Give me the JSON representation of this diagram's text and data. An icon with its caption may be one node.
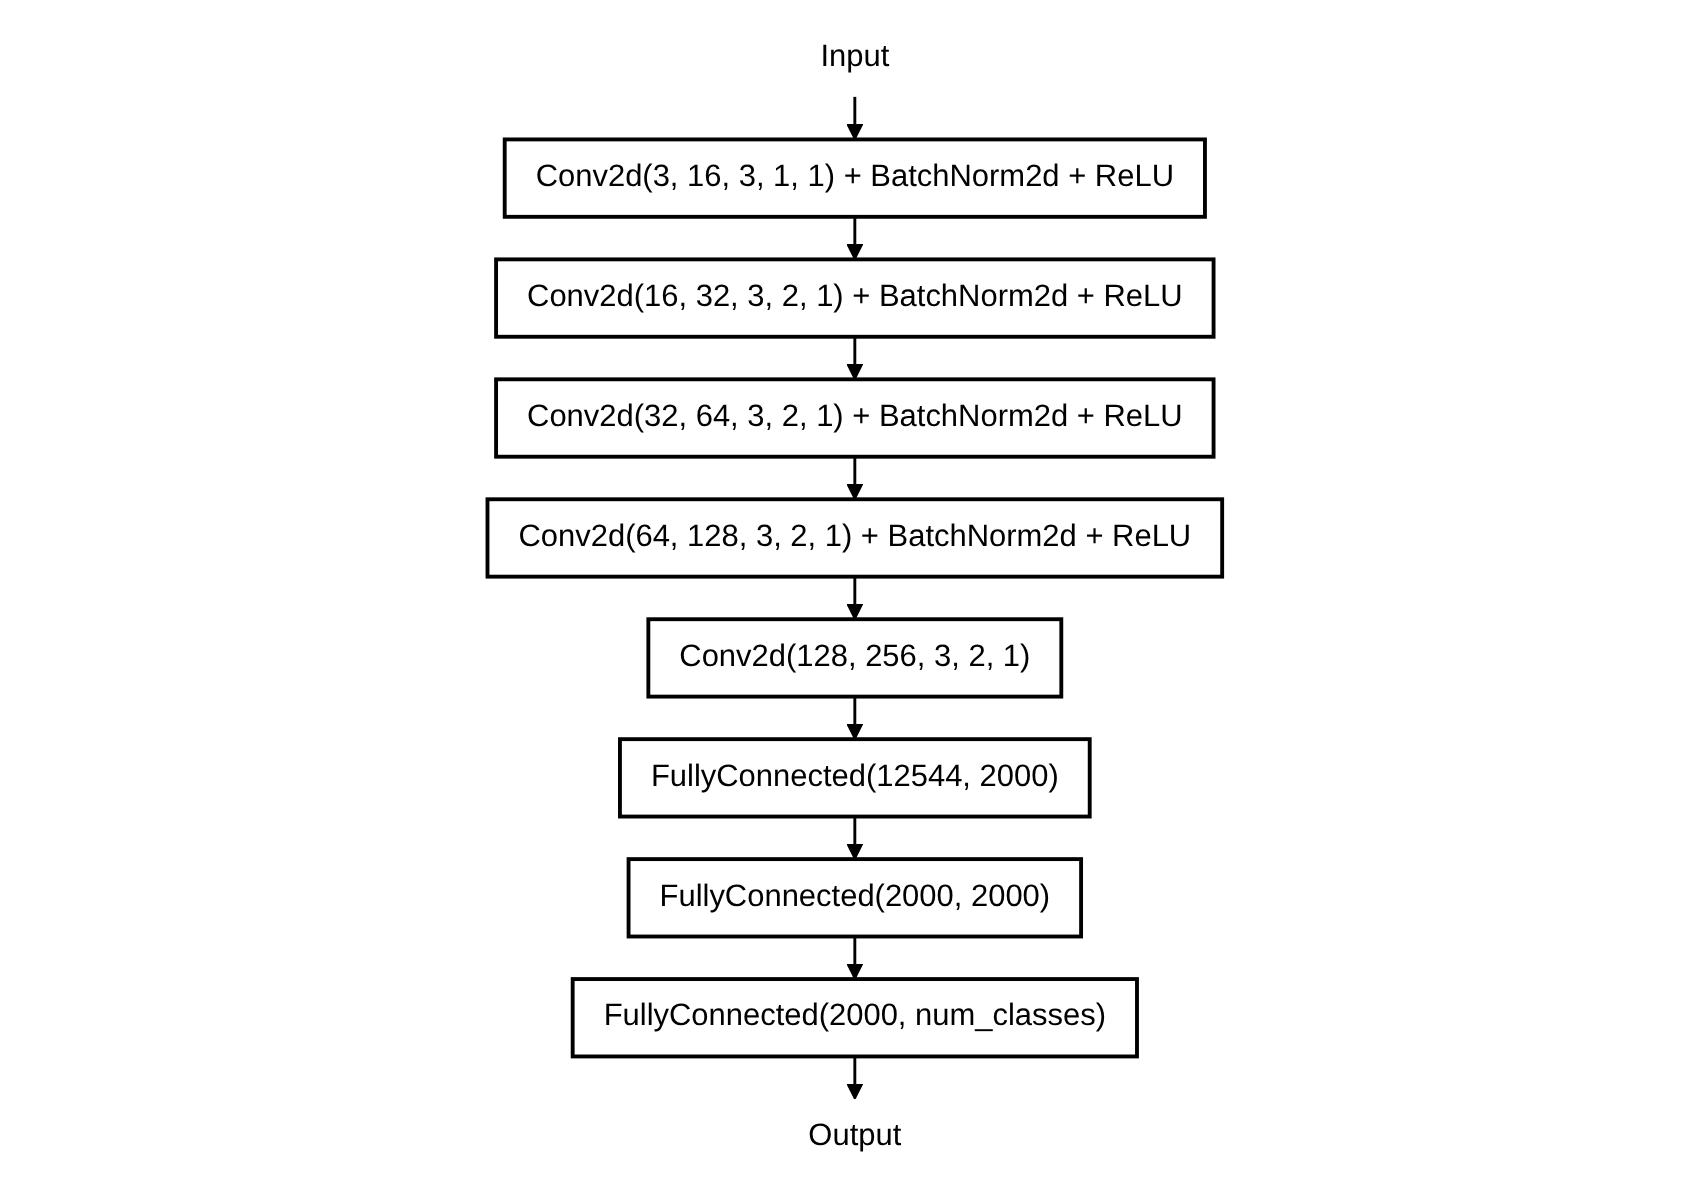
{
  "diagram": {
    "nodes": [
      {
        "text": [
          "Input"
        ]
      },
      {
        "text": [
          "Conv2d(3, 16, 3, 1, 1) + BatchNorm2d + ReLU"
        ]
      },
      {
        "text": [
          "Conv2d(16, 32, 3, 2, 1) + BatchNorm2d + ReLU"
        ]
      },
      {
        "text": [
          "Conv2d(32, 64, 3, 2, 1) + BatchNorm2d + ReLU"
        ]
      },
      {
        "text": [
          "Conv2d(64, 128, 3, 2, 1) + BatchNorm2d + ReLU"
        ]
      },
      {
        "text": [
          "Conv2d(128, 256, 3, 2, 1)"
        ]
      },
      {
        "text": [
          "FullyConnected(12544, 2000)"
        ]
      },
      {
        "text": [
          "FullyConnected(2000, 2000)"
        ]
      },
      {
        "text": [
          "FullyConnected(2000, num_classes)"
        ]
      },
      {
        "text": [
          "Output"
        ]
      }
    ],
    "edges": [
      {
        "from": 0,
        "to": 1,
        "arrow": "to"
      },
      {
        "from": 1,
        "to": 2,
        "arrow": "to"
      },
      {
        "from": 2,
        "to": 3,
        "arrow": "to"
      },
      {
        "from": 3,
        "to": 4,
        "arrow": "to"
      },
      {
        "from": 4,
        "to": 5,
        "arrow": "to"
      },
      {
        "from": 5,
        "to": 6,
        "arrow": "to"
      },
      {
        "from": 6,
        "to": 7,
        "arrow": "to"
      },
      {
        "from": 7,
        "to": 8,
        "arrow": "to"
      },
      {
        "from": 8,
        "to": 9,
        "arrow": "to"
      }
    ]
  }
}
